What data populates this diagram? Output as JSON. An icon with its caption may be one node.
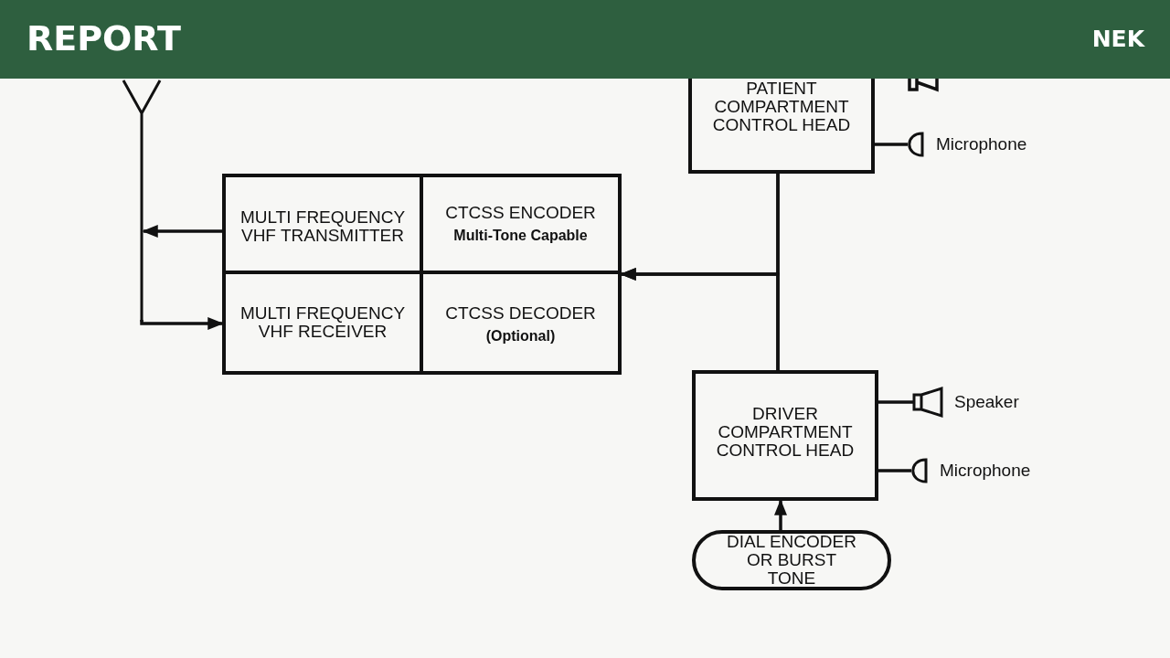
{
  "diagram": {
    "title": "REPORT",
    "nodes": [
      {
        "text": [],
        "shape": "antenna"
      },
      {
        "text": [],
        "shape": "box"
      },
      {
        "text": [
          "MULTI FREQUENCY VHF TRANSMITTER"
        ],
        "in": 1
      },
      {
        "text": [
          "CTCSS ENCODER",
          "Multi-Tone Capable"
        ],
        "in": 1
      },
      {
        "text": [
          "MULTI FREQUENCY VHF RECEIVER"
        ],
        "in": 1
      },
      {
        "text": [
          "CTCSS DECODER",
          "(Optional)"
        ],
        "in": 1
      },
      {
        "text": [
          "PATIENT COMPARTMENT CONTROL HEAD"
        ]
      },
      {
        "text": [],
        "shape": "microphone",
        "beside": [
          "Microphone"
        ]
      },
      {
        "text": [
          "DRIVER COMPARTMENT CONTROL HEAD"
        ]
      },
      {
        "text": [],
        "shape": "speaker",
        "beside": [
          "Speaker"
        ]
      },
      {
        "text": [],
        "shape": "microphone",
        "beside": [
          "Microphone"
        ]
      },
      {
        "text": [
          "DIAL ENCODER OR BURST TONE"
        ]
      }
    ],
    "edges": [
      {
        "from": 2,
        "to": 0,
        "arrow": "to"
      },
      {
        "from": 0,
        "to": 4,
        "arrow": "to"
      },
      {
        "from": 6,
        "to": 1,
        "arrow": "to"
      },
      {
        "from": 8,
        "to": 1,
        "arrow": "to"
      },
      {
        "from": 6,
        "to": 8,
        "arrow": "none"
      },
      {
        "from": 6,
        "to": 7,
        "arrow": "none"
      },
      {
        "from": 8,
        "to": 9,
        "arrow": "none"
      },
      {
        "from": 8,
        "to": 10,
        "arrow": "none"
      },
      {
        "from": 11,
        "to": 8,
        "arrow": "to"
      }
    ],
    "labels": [
      "NEK"
    ]
  }
}
